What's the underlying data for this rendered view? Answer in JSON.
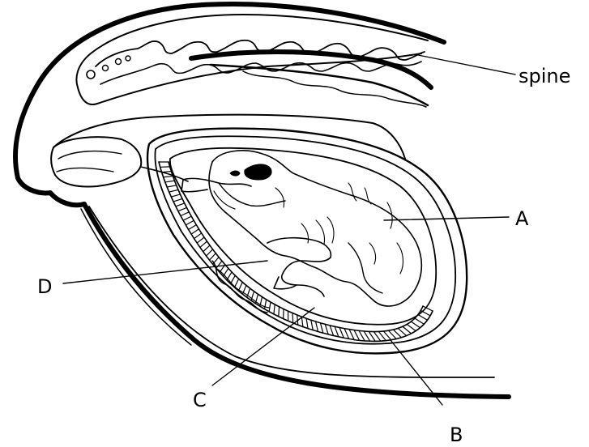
{
  "labels": {
    "spine": "spine",
    "a": "A",
    "b": "B",
    "c": "C",
    "d": "D"
  },
  "colors": {
    "stroke": "#000000",
    "background": "#ffffff"
  }
}
